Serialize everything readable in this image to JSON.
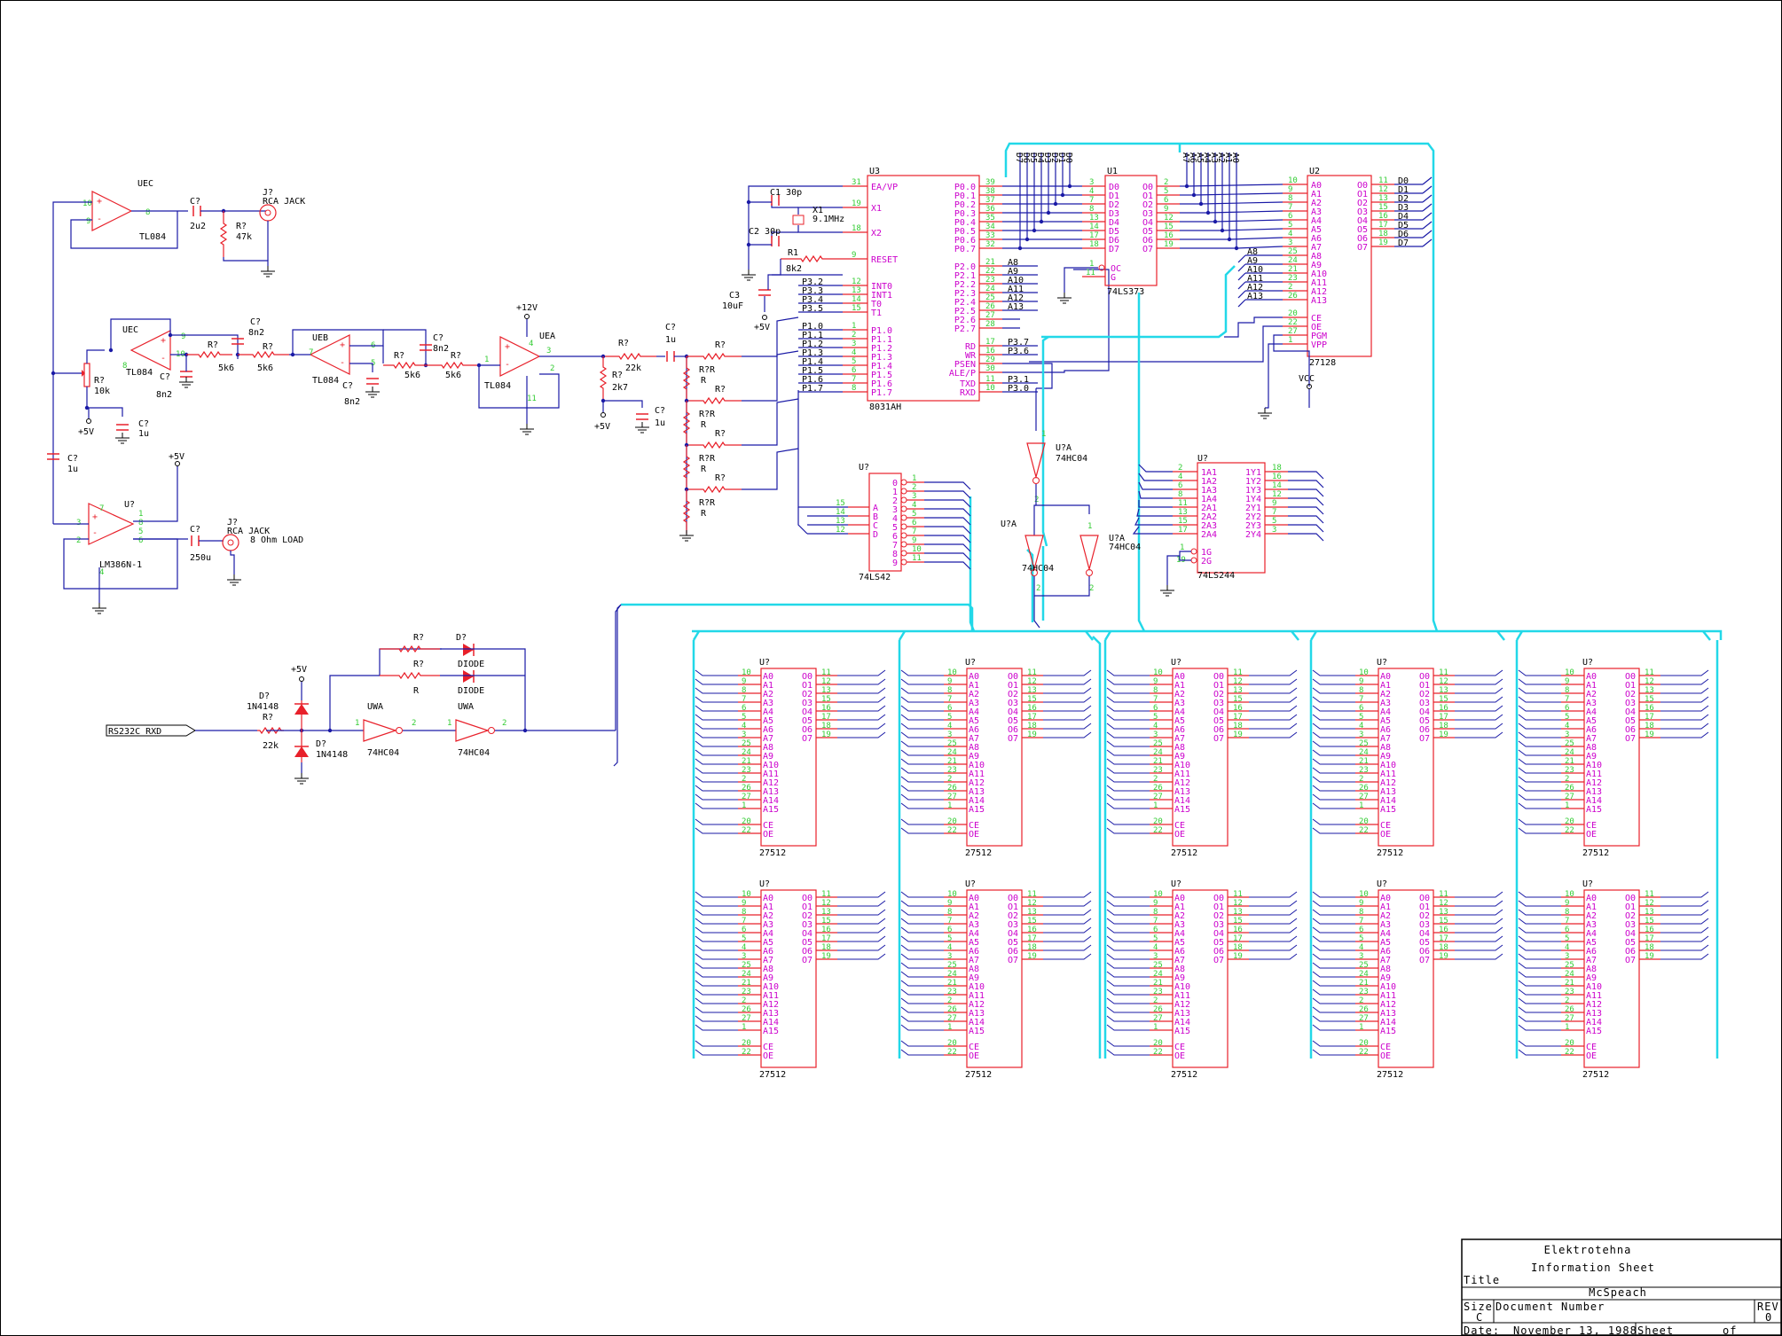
{
  "colors": {
    "component": "#e8202a",
    "pin": "#33cc33",
    "label": "#cc00cc",
    "wire": "#1a1aa6",
    "bus": "#22d8e8",
    "ref": "#000000",
    "ground": "#000000"
  },
  "analog": {
    "opamp_uec": "UEC",
    "opamp_uec_part": "TL084",
    "c_2u2": "2u2",
    "jack_top_ref": "J?",
    "jack_top_name": "RCA JACK",
    "r_47k_ref": "R?",
    "r_47k_val": "47k",
    "pot_ref": "R?",
    "pot_val": "10k",
    "plus5v": "+5V",
    "c1u_ref": "C?",
    "c1u_val": "1u",
    "c_8n2": "8n2",
    "res_5k6": "5k6",
    "opamp_ueb": "UEB",
    "opamp_uea": "UEA",
    "plus12v": "+12V",
    "r22k": "22k",
    "r2k7": "2k7",
    "lm386": "LM386N-1",
    "u_ref": "U?",
    "c250u": "250u",
    "jack_bot_ref": "J?",
    "jack_bot_name": "RCA JACK",
    "jack_bot_load": "8 Ohm LOAD",
    "r_ref": "R?",
    "r_letter": "R",
    "rr_label": "R?R"
  },
  "mcu": {
    "ref": "U3",
    "part": "8031AH",
    "left_pins": [
      "EA/VP",
      "X1",
      "X2",
      "RESET",
      "INT0",
      "INT1",
      "T0",
      "T1",
      "P1.0",
      "P1.1",
      "P1.2",
      "P1.3",
      "P1.4",
      "P1.5",
      "P1.6",
      "P1.7"
    ],
    "left_nums": [
      "31",
      "19",
      "18",
      "9",
      "12",
      "13",
      "14",
      "15",
      "1",
      "2",
      "3",
      "4",
      "5",
      "6",
      "7",
      "8"
    ],
    "right_pins": [
      "P0.0",
      "P0.1",
      "P0.2",
      "P0.3",
      "P0.4",
      "P0.5",
      "P0.6",
      "P0.7",
      "P2.0",
      "P2.1",
      "P2.2",
      "P2.3",
      "P2.4",
      "P2.5",
      "P2.6",
      "P2.7",
      "RD",
      "WR",
      "PSEN",
      "ALE/P",
      "TXD",
      "RXD"
    ],
    "right_nums": [
      "39",
      "38",
      "37",
      "36",
      "35",
      "34",
      "33",
      "32",
      "21",
      "22",
      "23",
      "24",
      "25",
      "26",
      "27",
      "28",
      "17",
      "16",
      "29",
      "30",
      "11",
      "10"
    ],
    "c1": "C1  30p",
    "c2": "C2  30p",
    "x1": "X1",
    "xtal": "9.1MHz",
    "r1": "R1",
    "r1_val": "8k2",
    "c3": "C3",
    "c3_val": "10uF",
    "p3_labels": [
      "P3.2",
      "P3.3",
      "P3.4",
      "P3.5"
    ],
    "p1_labels": [
      "P1.0",
      "P1.1",
      "P1.2",
      "P1.3",
      "P1.4",
      "P1.5",
      "P1.6",
      "P1.7"
    ],
    "p2_labels": [
      "A8",
      "A9",
      "A10",
      "A11",
      "A12",
      "A13"
    ],
    "p3r_labels": [
      "P3.7",
      "P3.6",
      "P3.1",
      "P3.0"
    ]
  },
  "latch": {
    "ref": "U1",
    "part": "74LS373",
    "d_pins": [
      "D0",
      "D1",
      "D2",
      "D3",
      "D4",
      "D5",
      "D6",
      "D7"
    ],
    "d_nums": [
      "3",
      "4",
      "7",
      "8",
      "13",
      "14",
      "17",
      "18"
    ],
    "q_pins": [
      "O0",
      "O1",
      "O2",
      "O3",
      "O4",
      "O5",
      "O6",
      "O7"
    ],
    "q_nums": [
      "2",
      "5",
      "6",
      "9",
      "12",
      "15",
      "16",
      "19"
    ],
    "oc": "OC",
    "g": "G",
    "bus_top": [
      "D7",
      "D6",
      "D5",
      "D4",
      "D3",
      "D2",
      "D1",
      "D0"
    ]
  },
  "rom": {
    "ref": "U2",
    "part": "27128",
    "addr": [
      "A0",
      "A1",
      "A2",
      "A3",
      "A4",
      "A5",
      "A6",
      "A7",
      "A8",
      "A9",
      "A10",
      "A11",
      "A12",
      "A13"
    ],
    "addr_nums": [
      "10",
      "9",
      "8",
      "7",
      "6",
      "5",
      "4",
      "3",
      "25",
      "24",
      "21",
      "23",
      "2",
      "26"
    ],
    "data": [
      "O0",
      "O1",
      "O2",
      "O3",
      "O4",
      "O5",
      "O6",
      "O7"
    ],
    "data_nums": [
      "11",
      "12",
      "13",
      "15",
      "16",
      "17",
      "18",
      "19"
    ],
    "data_labels": [
      "D0",
      "D1",
      "D2",
      "D3",
      "D4",
      "D5",
      "D6",
      "D7"
    ],
    "ctrl": [
      "CE",
      "OE",
      "PGM",
      "VPP"
    ],
    "ctrl_nums": [
      "20",
      "22",
      "27",
      "1"
    ],
    "addr_labels": [
      "A8",
      "A9",
      "A10",
      "A11",
      "A12",
      "A13"
    ],
    "vcc": "VCC",
    "bus_top": [
      "A7",
      "A6",
      "A5",
      "A4",
      "A3",
      "A2",
      "A1",
      "A0"
    ]
  },
  "decoder": {
    "ref": "U?",
    "part": "74LS42",
    "inputs": [
      "A",
      "B",
      "C",
      "D"
    ],
    "input_nums": [
      "15",
      "14",
      "13",
      "12"
    ],
    "outputs": [
      "0",
      "1",
      "2",
      "3",
      "4",
      "5",
      "6",
      "7",
      "8",
      "9"
    ],
    "output_nums": [
      "1",
      "2",
      "3",
      "4",
      "5",
      "6",
      "7",
      "9",
      "10",
      "11"
    ]
  },
  "buffer": {
    "ref": "U?",
    "part": "74LS244",
    "inputs": [
      "1A1",
      "1A2",
      "1A3",
      "1A4",
      "2A1",
      "2A2",
      "2A3",
      "2A4"
    ],
    "input_nums": [
      "2",
      "4",
      "6",
      "8",
      "11",
      "13",
      "15",
      "17"
    ],
    "outputs": [
      "1Y1",
      "1Y2",
      "1Y3",
      "1Y4",
      "2Y1",
      "2Y2",
      "2Y3",
      "2Y4"
    ],
    "output_nums": [
      "18",
      "16",
      "14",
      "12",
      "9",
      "7",
      "5",
      "3"
    ],
    "g1": "1G",
    "g2": "2G",
    "g_nums": [
      "1",
      "19"
    ]
  },
  "inverters": {
    "ref_a": "U?A",
    "part": "74HC04",
    "ref_plain": "U?A",
    "uwa": "UWA"
  },
  "rs232": {
    "label": "RS232C RXD",
    "d_ref": "D?",
    "d_part": "1N4148",
    "diode": "DIODE",
    "r22k": "22k",
    "plus5v": "+5V"
  },
  "eprom": {
    "ref": "U?",
    "part": "27512",
    "addr": [
      "A0",
      "A1",
      "A2",
      "A3",
      "A4",
      "A5",
      "A6",
      "A7",
      "A8",
      "A9",
      "A10",
      "A11",
      "A12",
      "A13",
      "A14",
      "A15"
    ],
    "addr_nums": [
      "10",
      "9",
      "8",
      "7",
      "6",
      "5",
      "4",
      "3",
      "25",
      "24",
      "21",
      "23",
      "2",
      "26",
      "27",
      "1"
    ],
    "data": [
      "O0",
      "O1",
      "O2",
      "O3",
      "O4",
      "O5",
      "O6",
      "O7"
    ],
    "data_nums": [
      "11",
      "12",
      "13",
      "15",
      "16",
      "17",
      "18",
      "19"
    ],
    "ctrl": [
      "CE",
      "OE"
    ],
    "ctrl_nums": [
      "20",
      "22"
    ]
  },
  "title_block": {
    "company": "Elektrotehna",
    "sheet_name": "Information Sheet",
    "title_label": "Title",
    "title": "McSpeach",
    "size_label": "Size",
    "size": "C",
    "doc_label": "Document Number",
    "rev_label": "REV",
    "rev": "0",
    "date_label": "Date:",
    "date": "November 13, 1988",
    "sheet_label": "Sheet",
    "of_label": "of"
  }
}
